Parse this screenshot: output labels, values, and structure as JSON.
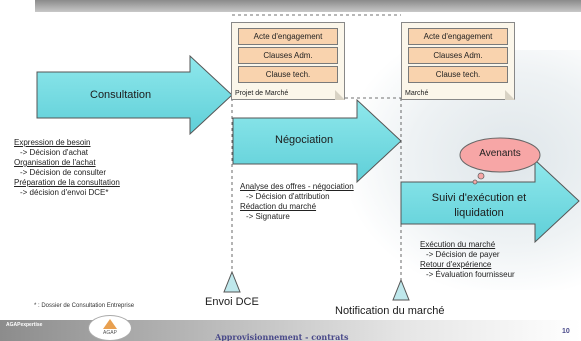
{
  "documents": {
    "left": {
      "items": [
        "Acte d'engagement",
        "Clauses Adm.",
        "Clause tech."
      ],
      "label": "Projet de Marché"
    },
    "right": {
      "items": [
        "Acte d'engagement",
        "Clauses Adm.",
        "Clause tech."
      ],
      "label": "Marché"
    }
  },
  "phases": {
    "consultation": "Consultation",
    "negociation": "Négociation",
    "suivi": "Suivi d'exécution et liquidation",
    "avenants": "Avenants"
  },
  "left_notes": [
    {
      "text": "Expression de besoin",
      "underline": true
    },
    {
      "text": "-> Décision d'achat",
      "underline": false
    },
    {
      "text": "Organisation de l'achat",
      "underline": true
    },
    {
      "text": "-> Décision de consulter",
      "underline": false
    },
    {
      "text": "Préparation de la consultation",
      "underline": true
    },
    {
      "text": "-> décision d'envoi DCE*",
      "underline": false
    }
  ],
  "middle_notes": [
    {
      "text": "Analyse des offres - négociation",
      "underline": true
    },
    {
      "text": "-> Décision d'attribution",
      "underline": false
    },
    {
      "text": "Rédaction du marché",
      "underline": true
    },
    {
      "text": "-> Signature",
      "underline": false
    }
  ],
  "right_notes": [
    {
      "text": "Exécution du marché",
      "underline": true
    },
    {
      "text": "-> Décision de payer",
      "underline": false
    },
    {
      "text": "Retour d'expérience",
      "underline": true
    },
    {
      "text": "-> Évaluation fournisseur",
      "underline": false
    }
  ],
  "milestones": {
    "envoi": "Envoi DCE",
    "notification": "Notification du marché"
  },
  "footnote": "* : Dossier de Consultation Entreprise",
  "footer": {
    "brand_small": "AGAPexpertise",
    "logo_text": "AGAP",
    "title": "Approvisionnement - contrats",
    "page": "10"
  },
  "colors": {
    "arrow_fill": "#7fe0e6",
    "doc_item": "#f9d3ae",
    "avenants_fill": "#f7a6a6"
  }
}
